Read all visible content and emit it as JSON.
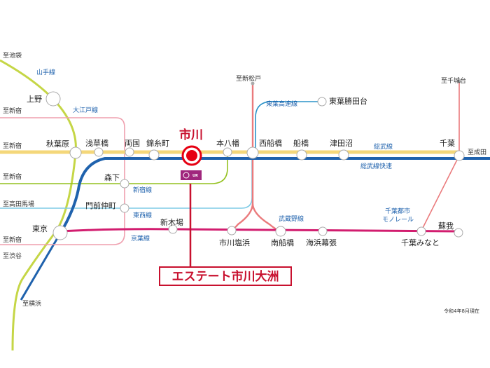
{
  "colors": {
    "sobu": "#f4d77a",
    "sobu_rapid": "#1f62ad",
    "yamanote": "#c5d646",
    "oedo": "#ef9fae",
    "toyo_kosoku": "#2b93c8",
    "shinjuku": "#94c11f",
    "tozai": "#7fcbe6",
    "keiyo": "#d21d6f",
    "musashino": "#ea7a7c",
    "monorail": "#ea7a7c",
    "yokosuka": "#1f62ad",
    "ichikawa_marker": "#e60012",
    "callout_red": "#c8102e",
    "ur_logo": "#a0267d"
  },
  "lines": {
    "yamanote": "山手線",
    "oedo": "大江戸線",
    "toyo_kosoku": "東葉高速線",
    "shinjuku": "新宿線",
    "tozai": "東西線",
    "keiyo": "京葉線",
    "musashino": "武蔵野線",
    "sobu": "総武線",
    "sobu_rapid": "総武線快速",
    "monorail_1": "千葉都市",
    "monorail_2": "モノレール"
  },
  "stations": {
    "ueno": "上野",
    "akihabara": "秋葉原",
    "asakusabashi": "浅草橋",
    "ryogoku": "両国",
    "kinshicho": "錦糸町",
    "ichikawa": "市川",
    "motoyawata": "本八幡",
    "nishifunabashi": "西船橋",
    "funabashi": "船橋",
    "tsudanuma": "津田沼",
    "chiba": "千葉",
    "toyokatsutadai": "東葉勝田台",
    "morishita": "森下",
    "monzennakacho": "門前仲町",
    "tokyo": "東京",
    "shinkiba": "新木場",
    "ichikawashiohama": "市川塩浜",
    "minamifunabashi": "南船橋",
    "kaihinmakuhari": "海浜幕張",
    "chibaminato": "千葉みなと",
    "soga": "蘇我"
  },
  "directions": {
    "ikebukuro": "至池袋",
    "shinjuku_1": "至新宿",
    "shinjuku_2": "至新宿",
    "shinjuku_3": "至新宿",
    "shinjuku_4": "至新宿",
    "takadanobaba": "至高田馬場",
    "shibuya": "至渋谷",
    "yokohama": "至横浜",
    "shinmatsudo": "至新松戸",
    "chishirodai": "至千城台",
    "narita": "至成田"
  },
  "callout": "エステート市川大洲",
  "ur_logo_text": "UR",
  "note": "令和4年8月現在"
}
